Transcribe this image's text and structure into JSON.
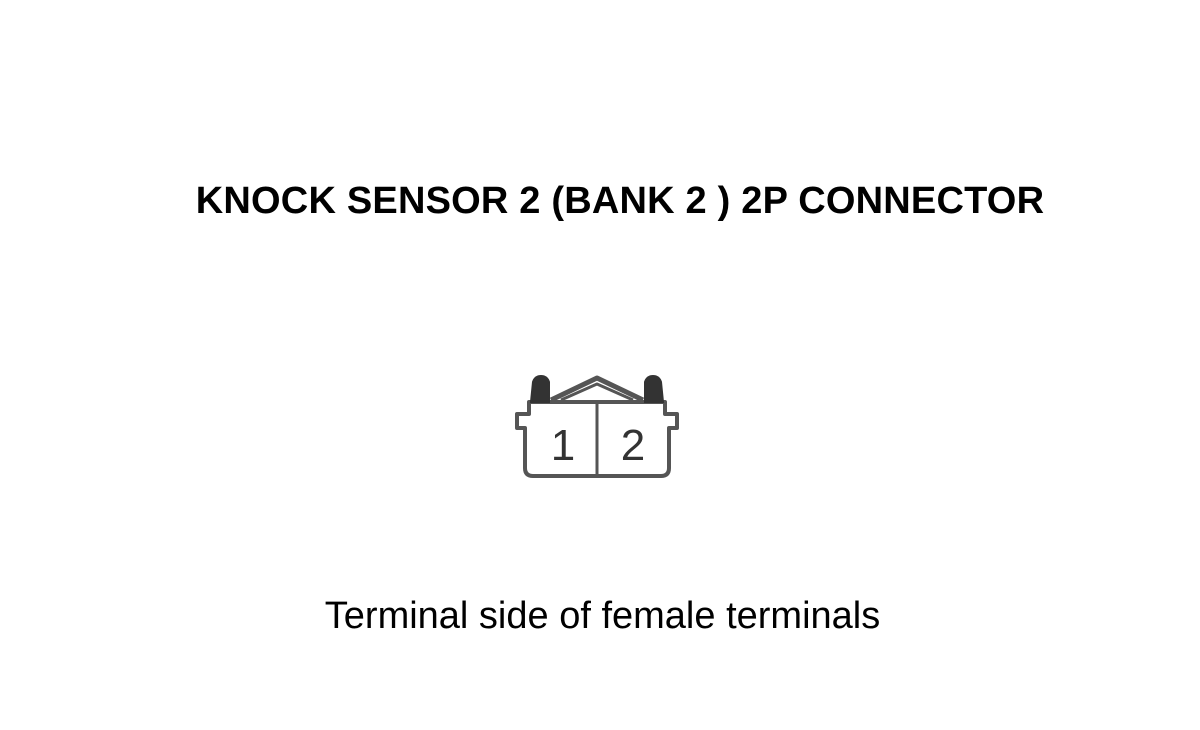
{
  "title": "KNOCK SENSOR 2 (BANK 2 ) 2P CONNECTOR",
  "connector": {
    "terminals": [
      "1",
      "2"
    ]
  },
  "caption": "Terminal side of female terminals",
  "colors": {
    "line": "#555555",
    "text": "#000000",
    "background": "#ffffff"
  }
}
